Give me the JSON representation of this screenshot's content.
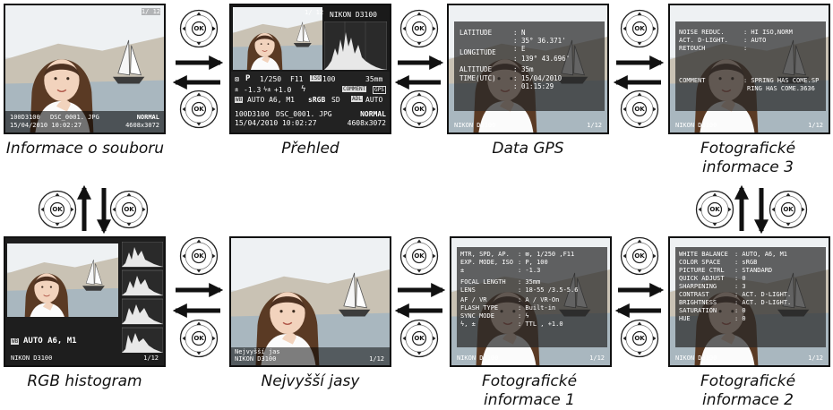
{
  "captions": {
    "file_info": "Informace o souboru",
    "overview": "Přehled",
    "gps": "Data GPS",
    "shooting3_line1": "Fotografické",
    "shooting3_line2": "informace 3",
    "rgb": "RGB histogram",
    "highlights": "Nejvyšší jasy",
    "shooting1_line1": "Fotografické",
    "shooting1_line2": "informace 1",
    "shooting2_line1": "Fotografické",
    "shooting2_line2": "informace 2"
  },
  "ok_label": "OK",
  "file_info": {
    "frame": "1/ 12",
    "folder": "100D3100",
    "filename": "DSC_0001. JPG",
    "quality": "NORMAL",
    "datetime": "15/04/2010 10:02:27",
    "size": "4608x3072"
  },
  "overview": {
    "frame": "1/ 12",
    "camera": "NIKON D3100",
    "row1": [
      "P",
      "1/250",
      "F11",
      "100",
      "35mm"
    ],
    "row2": [
      "-1.3",
      "+1.0",
      "COMMENT"
    ],
    "row3": [
      "AUTO A6, M1",
      "sRGB",
      "SD",
      "AUTO"
    ],
    "folder": "100D3100",
    "filename": "DSC_0001. JPG",
    "quality": "NORMAL",
    "datetime": "15/04/2010 10:02:27",
    "size": "4608x3072"
  },
  "gps": {
    "rows": [
      {
        "label": "LATITUDE",
        "values": [
          ": N",
          ": 35° 36.371'"
        ]
      },
      {
        "label": "LONGITUDE",
        "values": [
          ": E",
          ": 139° 43.696'"
        ]
      },
      {
        "label": "ALTITUDE",
        "values": [
          ": 35m"
        ]
      },
      {
        "label": "TIME(UTC)",
        "values": [
          ": 15/04/2010",
          ": 01:15:29"
        ]
      }
    ],
    "camera": "NIKON D3100",
    "frame": "1/12"
  },
  "shooting3": {
    "rows": [
      {
        "label": "NOISE REDUC.",
        "value": ": HI ISO,NORM"
      },
      {
        "label": "ACT. D-LIGHT.",
        "value": ": AUTO"
      },
      {
        "label": "RETOUCH",
        "value": ":"
      },
      {
        "label": "COMMENT",
        "value": ": SPRING HAS COME.SP"
      },
      {
        "label": "",
        "value": "RING HAS COME.3636"
      }
    ],
    "camera": "NIKON D3100",
    "frame": "1/12"
  },
  "rgb": {
    "wb": "AUTO A6, M1",
    "camera": "NIKON D3100",
    "frame": "1/12"
  },
  "highlights": {
    "title": "Nejvyšší jas",
    "camera": "NIKON D3100",
    "frame": "1/12"
  },
  "shooting1": {
    "rows": [
      {
        "label": "MTR, SPD, AP.",
        "value": ": ⊠, 1/250    ,F11"
      },
      {
        "label": "EXP. MODE, ISO",
        "value": ": P, 100"
      },
      {
        "label": "±",
        "value": ": -1.3"
      },
      {
        "label": "FOCAL LENGTH",
        "value": ": 35mm"
      },
      {
        "label": "LENS",
        "value": ": 18-55      /3.5-5.6"
      },
      {
        "label": "AF / VR",
        "value": ": A / VR-On"
      },
      {
        "label": "FLASH TYPE",
        "value": ": Built-in"
      },
      {
        "label": "SYNC MODE",
        "value": ": ϟ"
      },
      {
        "label": "ϟ, ±",
        "value": ": TTL   , +1.0"
      }
    ],
    "camera": "NIKON D3100",
    "frame": "1/12"
  },
  "shooting2": {
    "rows": [
      {
        "label": "WHITE BALANCE",
        "value": ": AUTO, A6, M1"
      },
      {
        "label": "COLOR SPACE",
        "value": ": sRGB"
      },
      {
        "label": "PICTURE CTRL",
        "value": ": STANDARD"
      },
      {
        "label": "  QUICK ADJUST",
        "value": ": 0"
      },
      {
        "label": "  SHARPENING",
        "value": ": 3"
      },
      {
        "label": "  CONTRAST",
        "value": ": ACT. D-LIGHT."
      },
      {
        "label": "  BRIGHTNESS",
        "value": ": ACT. D-LIGHT."
      },
      {
        "label": "  SATURATION",
        "value": ": 0"
      },
      {
        "label": "  HUE",
        "value": ": 0"
      }
    ],
    "camera": "NIKON D3100",
    "frame": "1/12"
  }
}
